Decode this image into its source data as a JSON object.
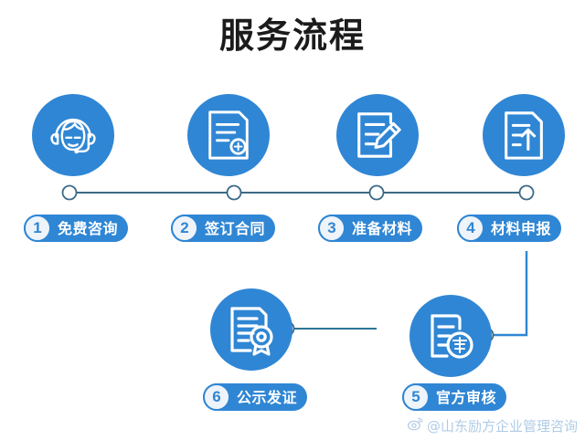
{
  "page": {
    "title": "服务流程",
    "background_color": "#ffffff",
    "accent_color": "#2f86d4",
    "connector_color": "#3c6a86",
    "title_color": "#1b1b1b"
  },
  "steps": [
    {
      "number": "1",
      "label": "免费咨询",
      "icon": "headset-agent-icon",
      "row": "top"
    },
    {
      "number": "2",
      "label": "签订合同",
      "icon": "contract-seal-icon",
      "row": "top"
    },
    {
      "number": "3",
      "label": "准备材料",
      "icon": "document-pencil-icon",
      "row": "top"
    },
    {
      "number": "4",
      "label": "材料申报",
      "icon": "document-upload-arrow-icon",
      "row": "top"
    },
    {
      "number": "5",
      "label": "官方审核",
      "icon": "document-review-stamp-icon",
      "row": "bottom"
    },
    {
      "number": "6",
      "label": "公示发证",
      "icon": "certificate-award-icon",
      "row": "bottom"
    }
  ],
  "watermark": {
    "logo": "weibo-eye-icon",
    "text": "@山东励方企业管理咨询"
  }
}
